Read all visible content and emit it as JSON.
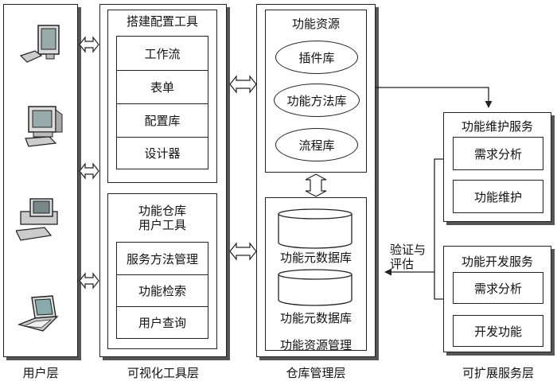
{
  "layers": {
    "user": "用户层",
    "visual": "可视化工具层",
    "repo": "仓库管理层",
    "service": "可扩展服务层"
  },
  "config_tool": {
    "title": "搭建配置工具",
    "items": [
      "工作流",
      "表单",
      "配置库",
      "设计器"
    ]
  },
  "repo_user_tool": {
    "title_line1": "功能仓库",
    "title_line2": "用户工具",
    "items": [
      "服务方法管理",
      "功能检索",
      "用户查询"
    ]
  },
  "function_resources": {
    "title": "功能资源",
    "items": [
      "插件库",
      "功能方法库",
      "流程库"
    ]
  },
  "resource_management": {
    "databases": [
      "功能元数据库",
      "功能元数据库"
    ],
    "caption": "功能资源管理"
  },
  "maintenance_service": {
    "title": "功能维护服务",
    "items": [
      "需求分析",
      "功能维护"
    ]
  },
  "development_service": {
    "title": "功能开发服务",
    "items": [
      "需求分析",
      "开发功能"
    ]
  },
  "verify_label_line1": "验证与",
  "verify_label_line2": "评估",
  "icons": [
    "computer-icon",
    "computer-icon",
    "computer-icon",
    "laptop-icon"
  ]
}
